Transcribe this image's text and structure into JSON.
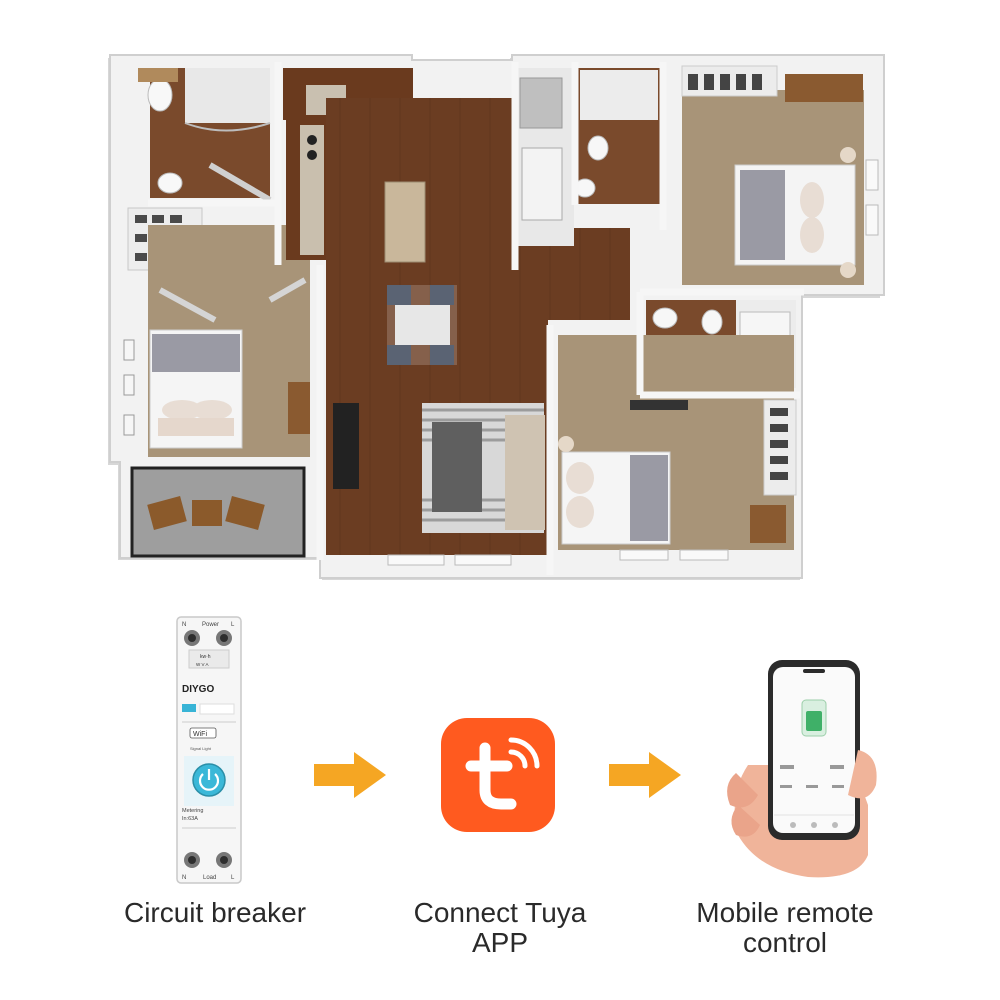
{
  "breaker": {
    "brand": "DIYGO",
    "top_left": "N",
    "top_label": "Power",
    "top_right": "L",
    "unit_label": "kw·h",
    "units": "W  V  A",
    "module_label": "WiFi",
    "signal_label": "Signal Light",
    "metering_label": "Metering",
    "rating_label": "In:63A",
    "bottom_left": "N",
    "bottom_label": "Load",
    "bottom_right": "L"
  },
  "steps": [
    {
      "lines": [
        "Circuit breaker"
      ]
    },
    {
      "lines": [
        "Connect Tuya",
        "APP"
      ]
    },
    {
      "lines": [
        "Mobile remote",
        "control"
      ]
    }
  ],
  "colors": {
    "arrow": "#f5a623",
    "tuya": "#ff5a1f",
    "breaker_button": "#3bb8d8",
    "wood": "#6b3d22"
  },
  "icons": {
    "arrow": "arrow-right-icon",
    "app": "tuya-app-icon",
    "power": "power-icon"
  }
}
